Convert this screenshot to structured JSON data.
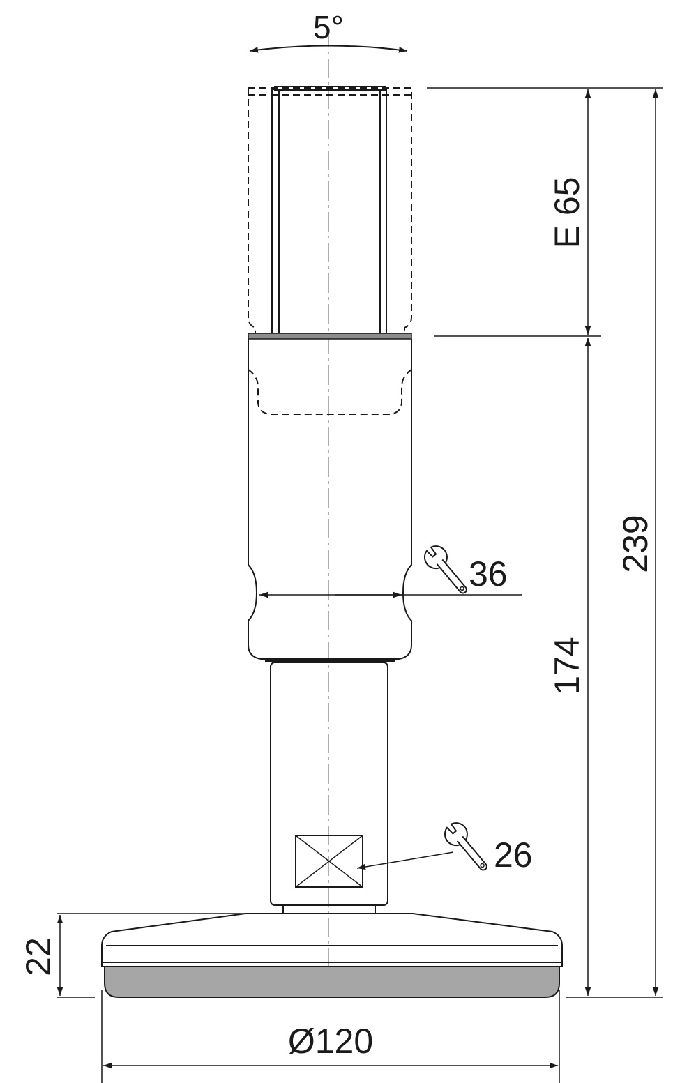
{
  "angle_label": "5°",
  "dimensions": {
    "thread_length": "E 65",
    "total_height": "239",
    "body_height": "174",
    "base_height": "22",
    "base_diameter": "Ø120"
  },
  "wrench_sizes": {
    "body": "36",
    "stem": "26"
  },
  "icons": {
    "wrench": "wrench-icon"
  },
  "colors": {
    "line": "#1a1a1a",
    "pad": "#a6a6a6",
    "seal": "#8c8c8c"
  }
}
